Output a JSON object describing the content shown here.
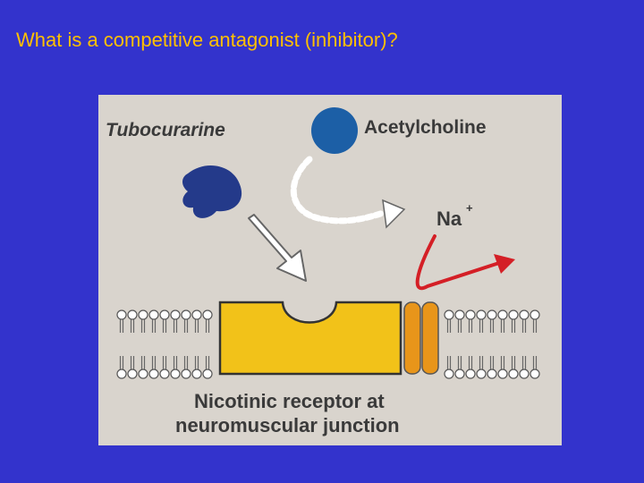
{
  "slide": {
    "title": "What is a competitive antagonist (inhibitor)?"
  },
  "figure": {
    "labels": {
      "antagonist": "Tubocurarine",
      "agonist": "Acetylcholine",
      "ion": "Na",
      "ion_charge": "+",
      "receptor_line1": "Nicotinic receptor at",
      "receptor_line2": "neuromuscular junction"
    },
    "colors": {
      "slide_background": "#3333cc",
      "title": "#ffc000",
      "figure_background": "#d9d4cd",
      "tubocurarine": "#243a8a",
      "acetylcholine": "#1c5fa6",
      "receptor": "#f2c219",
      "channel": "#e8951a",
      "ion_arrow": "#d41f26",
      "text": "#3a3a3a"
    }
  }
}
